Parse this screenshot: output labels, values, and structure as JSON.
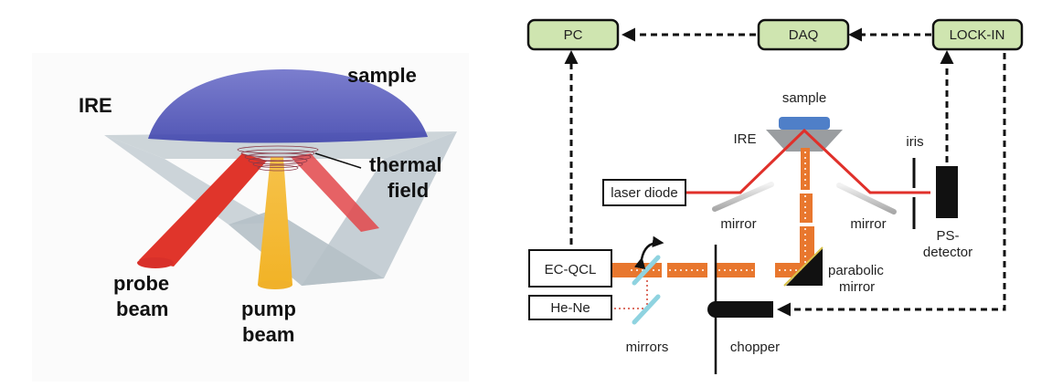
{
  "left_figure": {
    "labels": {
      "ire": "IRE",
      "sample": "sample",
      "thermal_field_line1": "thermal",
      "thermal_field_line2": "field",
      "probe_line1": "probe",
      "probe_line2": "beam",
      "pump_line1": "pump",
      "pump_line2": "beam"
    },
    "colors": {
      "sample": "#4a4fb8",
      "probe_beam": "#e0352b",
      "pump_beam": "#f2b630",
      "prism": "#b7c2c8"
    }
  },
  "right_figure": {
    "boxes": {
      "pc": "PC",
      "daq": "DAQ",
      "lock_in": "LOCK-IN",
      "laser_diode": "laser diode",
      "ec_qcl": "EC-QCL",
      "he_ne": "He-Ne"
    },
    "labels": {
      "sample": "sample",
      "ire": "IRE",
      "iris": "iris",
      "mirror_left": "mirror",
      "mirror_right": "mirror",
      "ps_detector_line1": "PS-",
      "ps_detector_line2": "detector",
      "parabolic_line1": "parabolic",
      "parabolic_line2": "mirror",
      "mirrors": "mirrors",
      "chopper": "chopper"
    },
    "colors": {
      "instrument_box_fill": "#cfe5b0",
      "probe_laser": "#e0302a",
      "qcl_beam": "#e8772e",
      "sample": "#4f7fc8",
      "ire": "#9a9da0",
      "alignment_mirror": "#8fd3e0",
      "hene_beam": "#d04030"
    }
  }
}
